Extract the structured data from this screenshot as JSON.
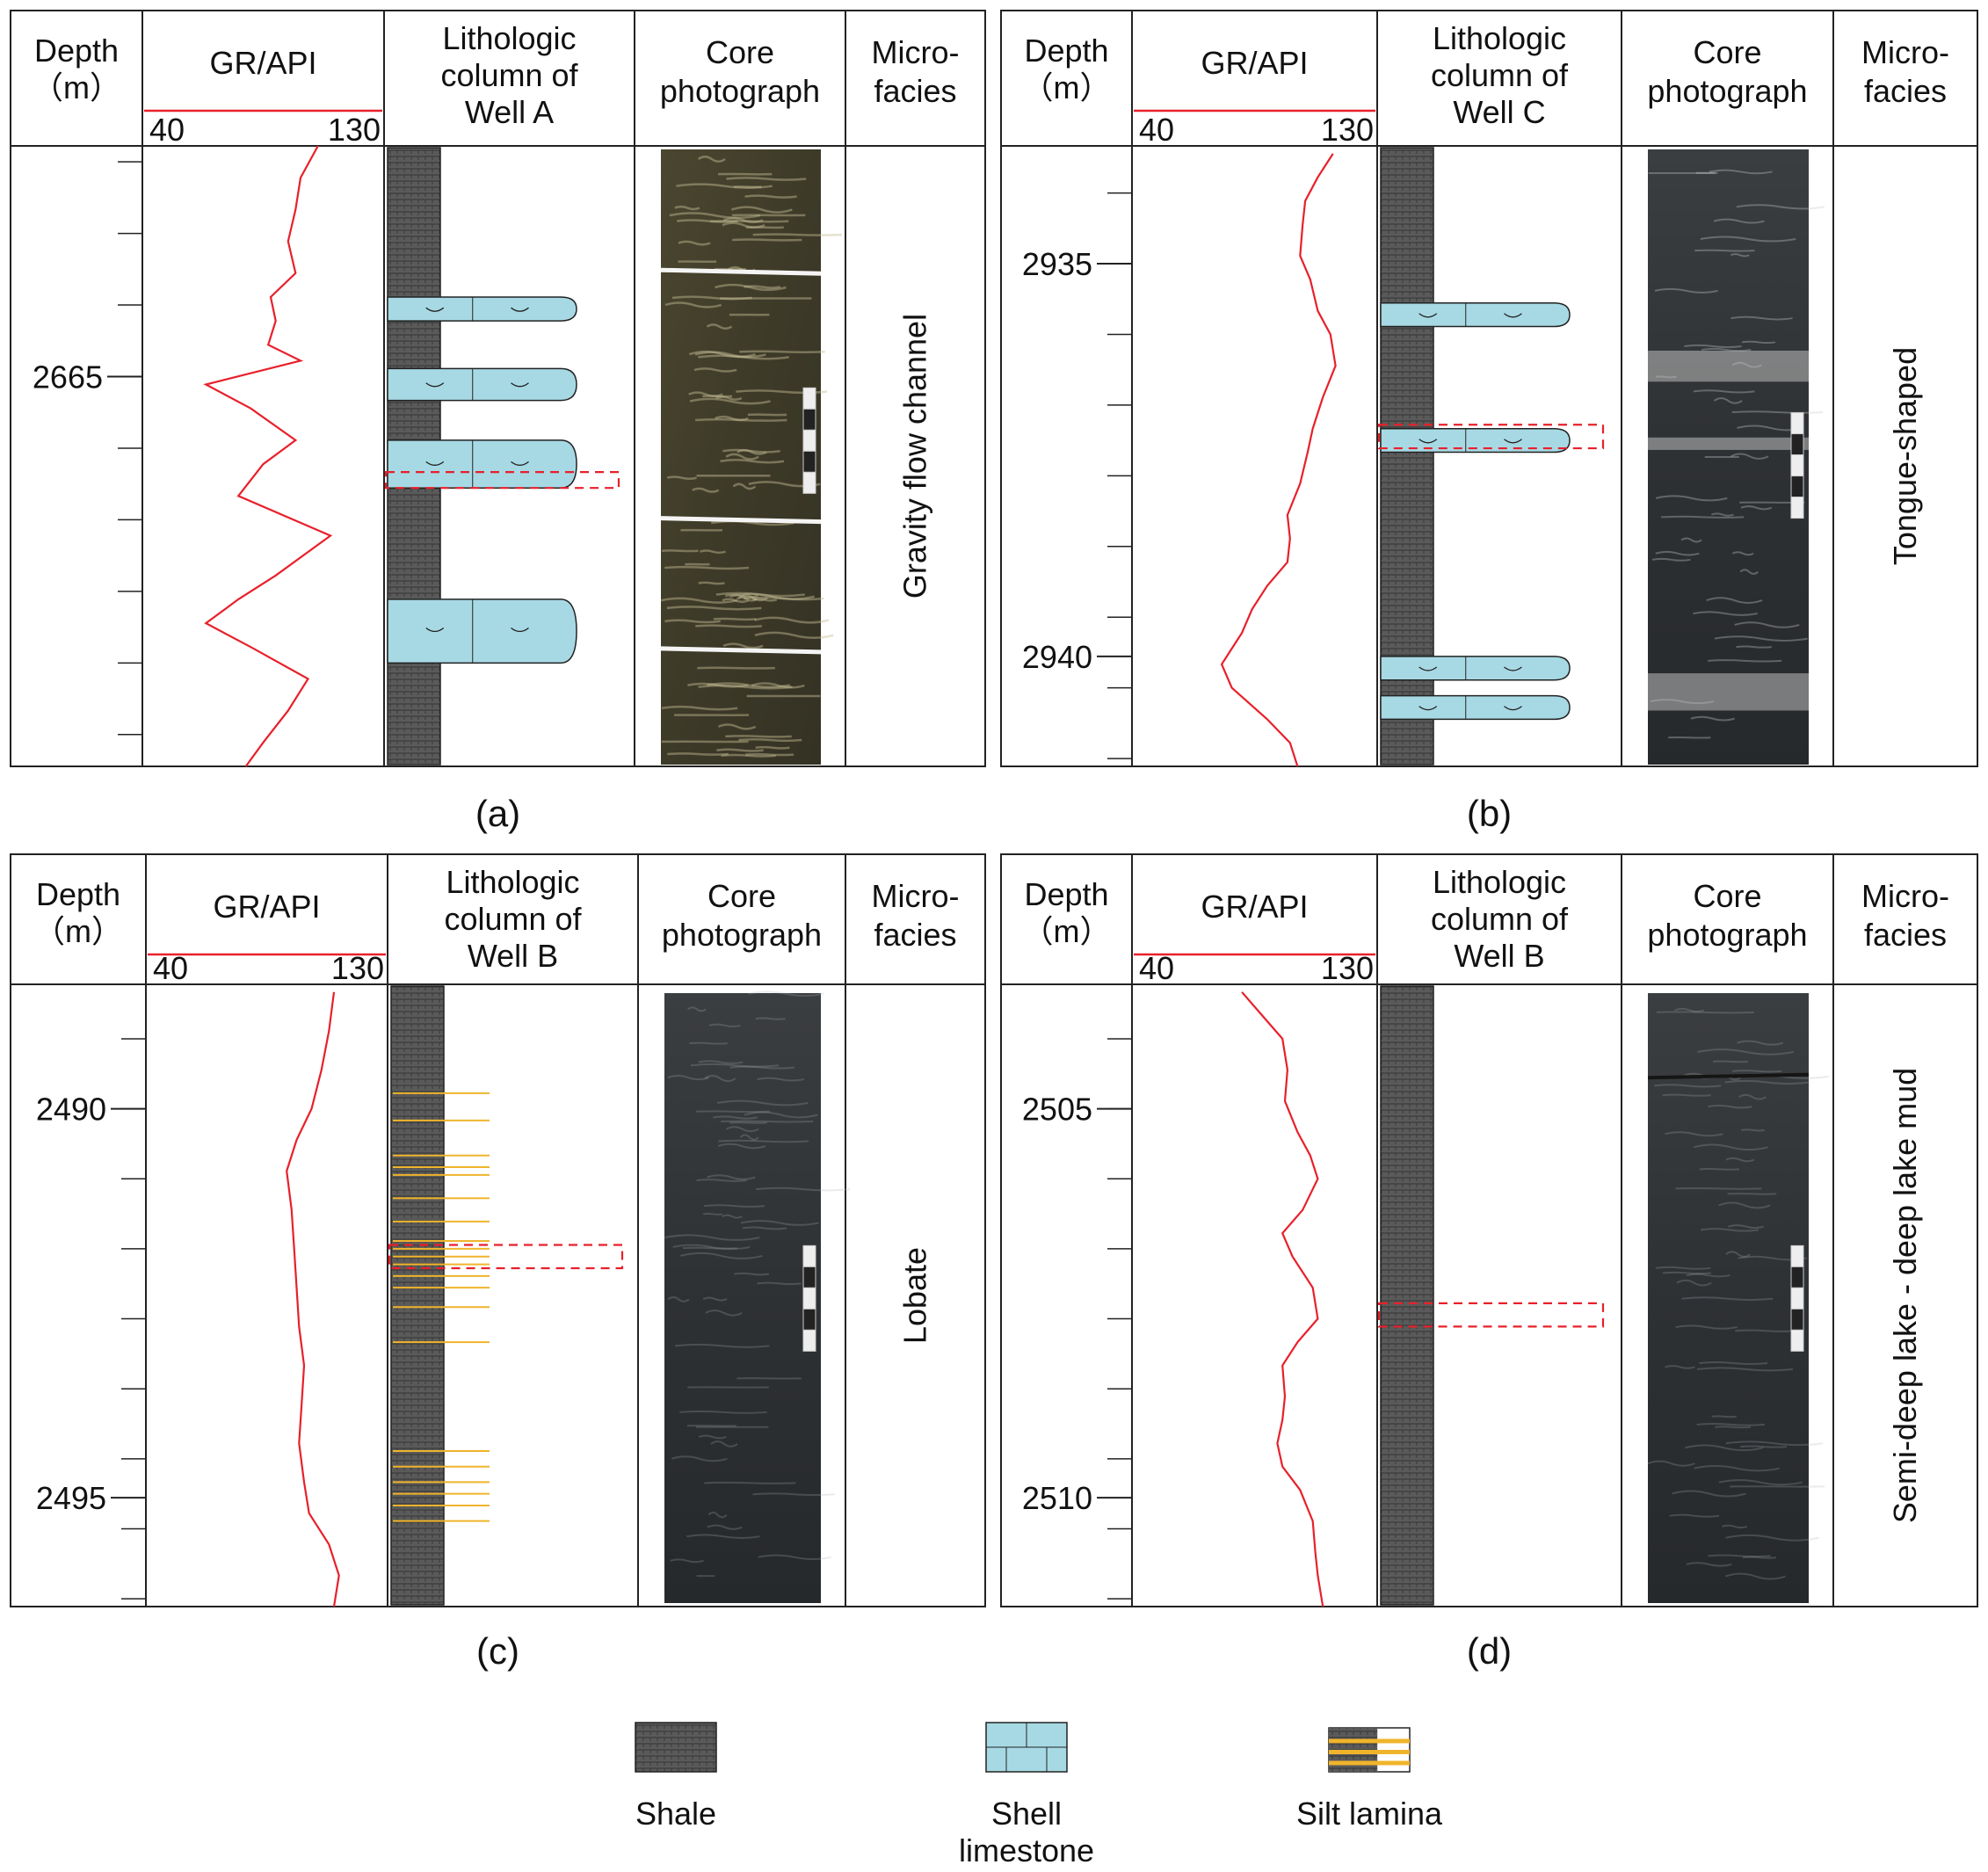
{
  "panels": [
    {
      "id": "a",
      "label": "(a)",
      "headers": {
        "depth": [
          "Depth",
          "（m）"
        ],
        "gr": "GR/API",
        "gr_min": "40",
        "gr_max": "130",
        "lith": [
          "Lithologic",
          "column of",
          "Well A"
        ],
        "core": [
          "Core",
          "photograph"
        ],
        "micro": [
          "Micro-",
          "facies"
        ]
      },
      "depth_range": [
        2662.1,
        2669.9
      ],
      "depth_labels": [
        2665
      ],
      "microfacies": "Gravity flow channel",
      "core_tone": "olive-tan contorted",
      "gr_curve": [
        [
          2662.1,
          107
        ],
        [
          2662.5,
          100
        ],
        [
          2662.9,
          98
        ],
        [
          2663.3,
          95
        ],
        [
          2663.7,
          98
        ],
        [
          2664.0,
          88
        ],
        [
          2664.3,
          90
        ],
        [
          2664.6,
          87
        ],
        [
          2664.8,
          100
        ],
        [
          2665.1,
          62
        ],
        [
          2665.4,
          80
        ],
        [
          2665.8,
          98
        ],
        [
          2666.1,
          85
        ],
        [
          2666.5,
          75
        ],
        [
          2667.0,
          112
        ],
        [
          2667.5,
          90
        ],
        [
          2667.8,
          75
        ],
        [
          2668.1,
          62
        ],
        [
          2668.4,
          80
        ],
        [
          2668.8,
          103
        ],
        [
          2669.2,
          95
        ],
        [
          2669.6,
          85
        ],
        [
          2669.9,
          78
        ]
      ],
      "shell_beds": [
        [
          2664.0,
          2664.3
        ],
        [
          2664.9,
          2665.3
        ],
        [
          2665.8,
          2666.4
        ],
        [
          2667.8,
          2668.6
        ]
      ],
      "silt_laminae": [],
      "highlight": [
        2666.2,
        2666.4
      ]
    },
    {
      "id": "b",
      "label": "(b)",
      "headers": {
        "depth": [
          "Depth",
          "（m）"
        ],
        "gr": "GR/API",
        "gr_min": "40",
        "gr_max": "130",
        "lith": [
          "Lithologic",
          "column of",
          "Well C"
        ],
        "core": [
          "Core",
          "photograph"
        ],
        "micro": [
          "Micro-",
          "facies"
        ]
      },
      "depth_range": [
        2933.5,
        2941.4
      ],
      "depth_labels": [
        2935,
        2940
      ],
      "microfacies": "Tongue-shaped",
      "core_tone": "dark grey with light bands",
      "gr_curve": [
        [
          2933.6,
          116
        ],
        [
          2933.9,
          110
        ],
        [
          2934.2,
          105
        ],
        [
          2934.5,
          104
        ],
        [
          2934.9,
          103
        ],
        [
          2935.2,
          107
        ],
        [
          2935.6,
          110
        ],
        [
          2935.9,
          115
        ],
        [
          2936.3,
          117
        ],
        [
          2936.7,
          112
        ],
        [
          2937.1,
          108
        ],
        [
          2937.4,
          106
        ],
        [
          2937.8,
          103
        ],
        [
          2938.2,
          98
        ],
        [
          2938.5,
          99
        ],
        [
          2938.8,
          98
        ],
        [
          2939.1,
          90
        ],
        [
          2939.4,
          84
        ],
        [
          2939.7,
          80
        ],
        [
          2940.1,
          72
        ],
        [
          2940.4,
          76
        ],
        [
          2940.8,
          90
        ],
        [
          2941.1,
          99
        ],
        [
          2941.4,
          102
        ]
      ],
      "shell_beds": [
        [
          2935.5,
          2935.8
        ],
        [
          2937.1,
          2937.4
        ],
        [
          2940.0,
          2940.3
        ],
        [
          2940.5,
          2940.8
        ]
      ],
      "silt_laminae": [],
      "highlight": [
        2937.05,
        2937.35
      ]
    },
    {
      "id": "c",
      "label": "(c)",
      "headers": {
        "depth": [
          "Depth",
          "（m）"
        ],
        "gr": "GR/API",
        "gr_min": "40",
        "gr_max": "130",
        "lith": [
          "Lithologic",
          "column of",
          "Well B"
        ],
        "core": [
          "Core",
          "photograph"
        ],
        "micro": [
          "Micro-",
          "facies"
        ]
      },
      "depth_range": [
        2488.4,
        2496.4
      ],
      "depth_labels": [
        2490,
        2495
      ],
      "microfacies": "Lobate",
      "core_tone": "dark grey laminated",
      "gr_curve": [
        [
          2488.5,
          112
        ],
        [
          2489.0,
          110
        ],
        [
          2489.5,
          107
        ],
        [
          2490.0,
          103
        ],
        [
          2490.4,
          97
        ],
        [
          2490.8,
          93
        ],
        [
          2491.3,
          95
        ],
        [
          2491.8,
          96
        ],
        [
          2492.3,
          97
        ],
        [
          2492.8,
          98
        ],
        [
          2493.3,
          100
        ],
        [
          2493.8,
          99
        ],
        [
          2494.3,
          98
        ],
        [
          2494.8,
          100
        ],
        [
          2495.2,
          102
        ],
        [
          2495.6,
          110
        ],
        [
          2496.0,
          114
        ],
        [
          2496.4,
          112
        ]
      ],
      "shell_beds": [],
      "silt_laminae": [
        2489.8,
        2490.15,
        2490.6,
        2490.75,
        2490.85,
        2491.15,
        2491.45,
        2491.7,
        2491.8,
        2491.9,
        2492.0,
        2492.15,
        2492.3,
        2492.55,
        2493.0,
        2494.4,
        2494.6,
        2494.8,
        2494.95,
        2495.1,
        2495.3
      ],
      "highlight": [
        2491.75,
        2492.05
      ]
    },
    {
      "id": "d",
      "label": "(d)",
      "headers": {
        "depth": [
          "Depth",
          "（m）"
        ],
        "gr": "GR/API",
        "gr_min": "40",
        "gr_max": "130",
        "lith": [
          "Lithologic",
          "column of",
          "Well B"
        ],
        "core": [
          "Core",
          "photograph"
        ],
        "micro": [
          "Micro-",
          "facies"
        ]
      },
      "depth_range": [
        2503.4,
        2511.4
      ],
      "depth_labels": [
        2505,
        2510
      ],
      "microfacies": "Semi-deep lake - deep lake mud",
      "core_tone": "dark grey massive",
      "gr_curve": [
        [
          2503.5,
          80
        ],
        [
          2503.8,
          88
        ],
        [
          2504.1,
          96
        ],
        [
          2504.5,
          98
        ],
        [
          2504.9,
          97
        ],
        [
          2505.3,
          102
        ],
        [
          2505.6,
          107
        ],
        [
          2505.9,
          110
        ],
        [
          2506.3,
          104
        ],
        [
          2506.6,
          96
        ],
        [
          2506.9,
          100
        ],
        [
          2507.3,
          108
        ],
        [
          2507.7,
          110
        ],
        [
          2508.0,
          102
        ],
        [
          2508.3,
          96
        ],
        [
          2508.7,
          97
        ],
        [
          2509.0,
          96
        ],
        [
          2509.3,
          94
        ],
        [
          2509.6,
          96
        ],
        [
          2509.9,
          103
        ],
        [
          2510.3,
          108
        ],
        [
          2510.7,
          109
        ],
        [
          2511.0,
          110
        ],
        [
          2511.4,
          112
        ]
      ],
      "shell_beds": [],
      "silt_laminae": [],
      "highlight": [
        2507.5,
        2507.8
      ]
    }
  ],
  "legend": [
    {
      "key": "shale",
      "label": [
        "Shale"
      ]
    },
    {
      "key": "shell",
      "label": [
        "Shell",
        "limestone"
      ]
    },
    {
      "key": "silt",
      "label": [
        "Silt lamina"
      ]
    }
  ],
  "colors": {
    "gr_curve": "#e8202a",
    "shell": "#a7d9e4",
    "shale": "#555555",
    "silt": "#f0b42c",
    "highlight": "#e8202a"
  }
}
